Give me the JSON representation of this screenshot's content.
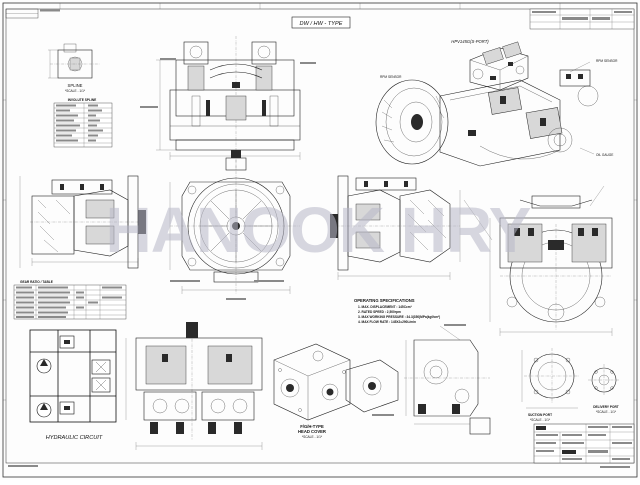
{
  "drawing": {
    "title_box": "DW / HW - TYPE",
    "watermark": "HANOOK HRY",
    "model_label": "HPV145G(S-PORT)",
    "spline_title": "SPLINE",
    "spline_scale": "*SCALE - 1/1*",
    "involute_table_title": "INVOLUTE SPLINE",
    "gear_table_title": "GEAR RATIO / TABLE",
    "hydraulic_circuit_title": "HYDRAULIC CIRCUIT",
    "head_cover_title": "F/G/H-TYPE",
    "head_cover_subtitle": "HEAD COVER",
    "head_cover_scale": "*SCALE - 1/1*",
    "suction_port": "SUCTION PORT",
    "suction_scale": "*SCALE - 1/1*",
    "delivery_port": "DELIVERY PORT",
    "delivery_scale": "*SCALE - 1/1*",
    "rpm_sensor_1": "RPM SENSOR",
    "rpm_sensor_2": "RPM SENSOR",
    "oil_gauge": "OIL GAUGE",
    "operating_specs": {
      "heading": "OPERATING SPECIFICATIONS",
      "lines": [
        "1. MAX. DISPLACEMENT : 145Ccm³",
        "2. RATED SPEED : 2,500rpm",
        "3. MAX WORKING PRESSURE : 34.3(350)MPa(kgf/cm²)",
        "4. MAX FLOW RATE : 145X2=290L/min"
      ]
    }
  }
}
